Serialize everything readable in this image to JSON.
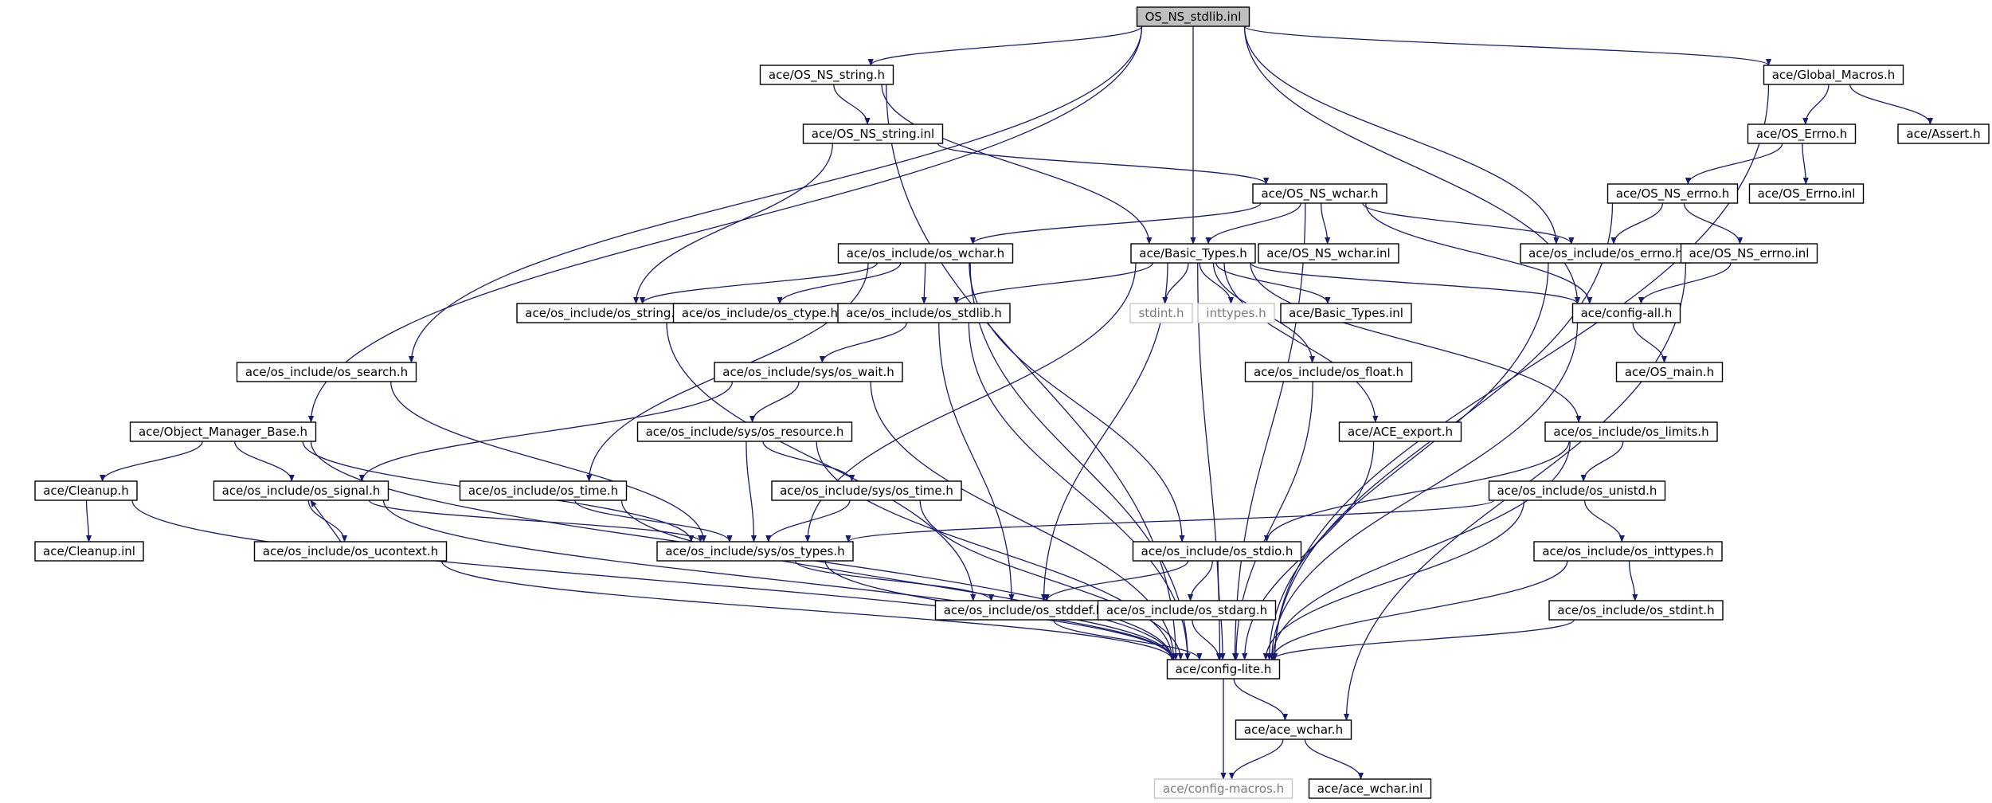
{
  "graph": {
    "nodes": [
      {
        "id": "root",
        "label": "OS_NS_stdlib.inl",
        "kind": "root"
      },
      {
        "id": "ns_string",
        "label": "ace/OS_NS_string.h"
      },
      {
        "id": "global_macros",
        "label": "ace/Global_Macros.h"
      },
      {
        "id": "ns_string_inl",
        "label": "ace/OS_NS_string.inl"
      },
      {
        "id": "os_errno",
        "label": "ace/OS_Errno.h"
      },
      {
        "id": "assert",
        "label": "ace/Assert.h"
      },
      {
        "id": "ns_wchar",
        "label": "ace/OS_NS_wchar.h"
      },
      {
        "id": "ns_errno",
        "label": "ace/OS_NS_errno.h"
      },
      {
        "id": "os_errno_inl",
        "label": "ace/OS_Errno.inl"
      },
      {
        "id": "inc_wchar",
        "label": "ace/os_include/os_wchar.h"
      },
      {
        "id": "basic_types",
        "label": "ace/Basic_Types.h"
      },
      {
        "id": "ns_wchar_inl",
        "label": "ace/OS_NS_wchar.inl"
      },
      {
        "id": "inc_errno",
        "label": "ace/os_include/os_errno.h"
      },
      {
        "id": "ns_errno_inl",
        "label": "ace/OS_NS_errno.inl"
      },
      {
        "id": "inc_string",
        "label": "ace/os_include/os_string.h"
      },
      {
        "id": "inc_ctype",
        "label": "ace/os_include/os_ctype.h"
      },
      {
        "id": "inc_stdlib",
        "label": "ace/os_include/os_stdlib.h"
      },
      {
        "id": "stdint",
        "label": "stdint.h",
        "kind": "ext"
      },
      {
        "id": "inttypes",
        "label": "inttypes.h",
        "kind": "ext"
      },
      {
        "id": "basic_types_inl",
        "label": "ace/Basic_Types.inl"
      },
      {
        "id": "config_all",
        "label": "ace/config-all.h"
      },
      {
        "id": "inc_search",
        "label": "ace/os_include/os_search.h"
      },
      {
        "id": "sys_wait",
        "label": "ace/os_include/sys/os_wait.h"
      },
      {
        "id": "inc_float",
        "label": "ace/os_include/os_float.h"
      },
      {
        "id": "os_main",
        "label": "ace/OS_main.h"
      },
      {
        "id": "obj_mgr",
        "label": "ace/Object_Manager_Base.h"
      },
      {
        "id": "sys_resource",
        "label": "ace/os_include/sys/os_resource.h"
      },
      {
        "id": "ace_export",
        "label": "ace/ACE_export.h"
      },
      {
        "id": "inc_limits",
        "label": "ace/os_include/os_limits.h"
      },
      {
        "id": "cleanup",
        "label": "ace/Cleanup.h"
      },
      {
        "id": "inc_signal",
        "label": "ace/os_include/os_signal.h"
      },
      {
        "id": "inc_time",
        "label": "ace/os_include/os_time.h"
      },
      {
        "id": "sys_time",
        "label": "ace/os_include/sys/os_time.h"
      },
      {
        "id": "inc_unistd",
        "label": "ace/os_include/os_unistd.h"
      },
      {
        "id": "cleanup_inl",
        "label": "ace/Cleanup.inl"
      },
      {
        "id": "inc_ucontext",
        "label": "ace/os_include/os_ucontext.h"
      },
      {
        "id": "sys_types",
        "label": "ace/os_include/sys/os_types.h"
      },
      {
        "id": "inc_stdio",
        "label": "ace/os_include/os_stdio.h"
      },
      {
        "id": "inc_inttypes",
        "label": "ace/os_include/os_inttypes.h"
      },
      {
        "id": "inc_stddef",
        "label": "ace/os_include/os_stddef.h"
      },
      {
        "id": "inc_stdarg",
        "label": "ace/os_include/os_stdarg.h"
      },
      {
        "id": "inc_stdint",
        "label": "ace/os_include/os_stdint.h"
      },
      {
        "id": "config_lite",
        "label": "ace/config-lite.h"
      },
      {
        "id": "ace_wchar",
        "label": "ace/ace_wchar.h"
      },
      {
        "id": "config_macros",
        "label": "ace/config-macros.h",
        "kind": "ext"
      },
      {
        "id": "ace_wchar_inl",
        "label": "ace/ace_wchar.inl"
      }
    ],
    "edges": [
      [
        "root",
        "ns_string"
      ],
      [
        "root",
        "global_macros"
      ],
      [
        "root",
        "basic_types"
      ],
      [
        "root",
        "inc_errno"
      ],
      [
        "root",
        "config_all"
      ],
      [
        "root",
        "inc_search"
      ],
      [
        "root",
        "obj_mgr"
      ],
      [
        "ns_string",
        "ns_string_inl"
      ],
      [
        "ns_string",
        "basic_types"
      ],
      [
        "ns_string",
        "config_lite"
      ],
      [
        "ns_string_inl",
        "ns_wchar"
      ],
      [
        "ns_string_inl",
        "inc_string"
      ],
      [
        "global_macros",
        "os_errno"
      ],
      [
        "global_macros",
        "assert"
      ],
      [
        "global_macros",
        "config_lite"
      ],
      [
        "os_errno",
        "ns_errno"
      ],
      [
        "os_errno",
        "os_errno_inl"
      ],
      [
        "ns_errno",
        "inc_errno"
      ],
      [
        "ns_errno",
        "ns_errno_inl"
      ],
      [
        "ns_errno",
        "config_lite"
      ],
      [
        "ns_errno_inl",
        "config_all"
      ],
      [
        "ns_wchar",
        "inc_wchar"
      ],
      [
        "ns_wchar",
        "basic_types"
      ],
      [
        "ns_wchar",
        "ns_wchar_inl"
      ],
      [
        "ns_wchar",
        "inc_errno"
      ],
      [
        "ns_wchar",
        "config_all"
      ],
      [
        "ns_wchar",
        "config_lite"
      ],
      [
        "inc_wchar",
        "inc_string"
      ],
      [
        "inc_wchar",
        "inc_ctype"
      ],
      [
        "inc_wchar",
        "inc_stdlib"
      ],
      [
        "inc_wchar",
        "inc_time"
      ],
      [
        "inc_wchar",
        "inc_stdio"
      ],
      [
        "inc_wchar",
        "config_lite"
      ],
      [
        "basic_types",
        "inc_stdlib"
      ],
      [
        "basic_types",
        "stdint"
      ],
      [
        "basic_types",
        "inttypes"
      ],
      [
        "basic_types",
        "basic_types_inl"
      ],
      [
        "basic_types",
        "config_all"
      ],
      [
        "basic_types",
        "inc_float"
      ],
      [
        "basic_types",
        "ace_export"
      ],
      [
        "basic_types",
        "inc_limits"
      ],
      [
        "basic_types",
        "sys_types"
      ],
      [
        "basic_types",
        "inc_stddef"
      ],
      [
        "basic_types",
        "config_lite"
      ],
      [
        "inc_errno",
        "config_lite"
      ],
      [
        "config_all",
        "os_main"
      ],
      [
        "config_all",
        "config_lite"
      ],
      [
        "inc_string",
        "inc_stddef"
      ],
      [
        "inc_stdlib",
        "sys_wait"
      ],
      [
        "inc_stdlib",
        "inc_stddef"
      ],
      [
        "inc_stdlib",
        "config_lite"
      ],
      [
        "inc_search",
        "sys_types"
      ],
      [
        "sys_wait",
        "sys_resource"
      ],
      [
        "sys_wait",
        "inc_signal"
      ],
      [
        "sys_wait",
        "config_lite"
      ],
      [
        "inc_float",
        "config_lite"
      ],
      [
        "obj_mgr",
        "cleanup"
      ],
      [
        "obj_mgr",
        "inc_signal"
      ],
      [
        "obj_mgr",
        "sys_types"
      ],
      [
        "obj_mgr",
        "config_lite"
      ],
      [
        "sys_resource",
        "sys_time"
      ],
      [
        "sys_resource",
        "sys_types"
      ],
      [
        "sys_resource",
        "config_lite"
      ],
      [
        "ace_export",
        "config_lite"
      ],
      [
        "inc_limits",
        "inc_unistd"
      ],
      [
        "inc_limits",
        "inc_stdio"
      ],
      [
        "inc_limits",
        "config_lite"
      ],
      [
        "cleanup",
        "cleanup_inl"
      ],
      [
        "cleanup",
        "config_lite"
      ],
      [
        "inc_signal",
        "inc_ucontext"
      ],
      [
        "inc_signal",
        "sys_types"
      ],
      [
        "inc_signal",
        "config_lite"
      ],
      [
        "inc_ucontext",
        "inc_signal"
      ],
      [
        "inc_ucontext",
        "config_lite"
      ],
      [
        "inc_time",
        "sys_types"
      ],
      [
        "inc_time",
        "config_lite"
      ],
      [
        "sys_time",
        "sys_types"
      ],
      [
        "sys_time",
        "config_lite"
      ],
      [
        "inc_unistd",
        "inc_inttypes"
      ],
      [
        "inc_unistd",
        "sys_types"
      ],
      [
        "inc_unistd",
        "config_lite"
      ],
      [
        "sys_types",
        "inc_stddef"
      ],
      [
        "sys_types",
        "config_lite"
      ],
      [
        "inc_stdio",
        "inc_stdarg"
      ],
      [
        "inc_stdio",
        "inc_stddef"
      ],
      [
        "inc_stdio",
        "config_lite"
      ],
      [
        "inc_inttypes",
        "inc_stdint"
      ],
      [
        "inc_inttypes",
        "config_lite"
      ],
      [
        "inc_stddef",
        "config_lite"
      ],
      [
        "inc_stdarg",
        "config_lite"
      ],
      [
        "inc_stdint",
        "config_lite"
      ],
      [
        "config_lite",
        "ace_wchar"
      ],
      [
        "config_lite",
        "config_macros"
      ],
      [
        "ace_wchar",
        "config_macros"
      ],
      [
        "ace_wchar",
        "ace_wchar_inl"
      ],
      [
        "ns_errno_inl",
        "ace_wchar"
      ]
    ]
  }
}
